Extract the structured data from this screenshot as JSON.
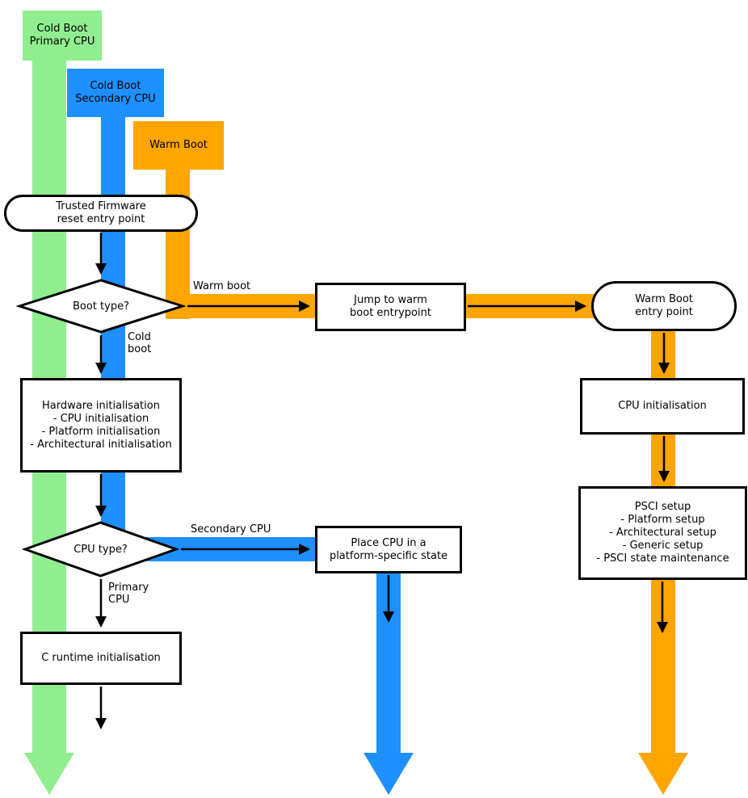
{
  "colors": {
    "green": "#90EE90",
    "blue": "#1E90FF",
    "orange": "#FFA500",
    "line": "#000000",
    "node_fill": "#FFFFFF"
  },
  "flow_labels": {
    "cold_boot_primary": "Cold Boot\nPrimary CPU",
    "cold_boot_secondary": "Cold Boot\nSecondary CPU",
    "warm_boot": "Warm Boot"
  },
  "nodes": {
    "reset_entry": "Trusted Firmware\nreset entry point",
    "boot_type": "Boot type?",
    "jump_warm": "Jump to warm\nboot entrypoint",
    "warm_entry": "Warm Boot\nentry point",
    "hardware_init": "Hardware initialisation\n- CPU initialisation\n- Platform initialisation\n- Architectural initialisation",
    "cpu_type": "CPU type?",
    "place_cpu": "Place CPU in a\nplatform-specific state",
    "c_runtime": "C runtime initialisation",
    "cpu_init": "CPU initialisation",
    "psci_setup": "PSCI setup\n- Platform setup\n- Architectural setup\n- Generic setup\n- PSCI state maintenance"
  },
  "edge_labels": {
    "warm_boot": "Warm boot",
    "cold_boot": "Cold\nboot",
    "secondary_cpu": "Secondary CPU",
    "primary_cpu": "Primary\nCPU"
  }
}
